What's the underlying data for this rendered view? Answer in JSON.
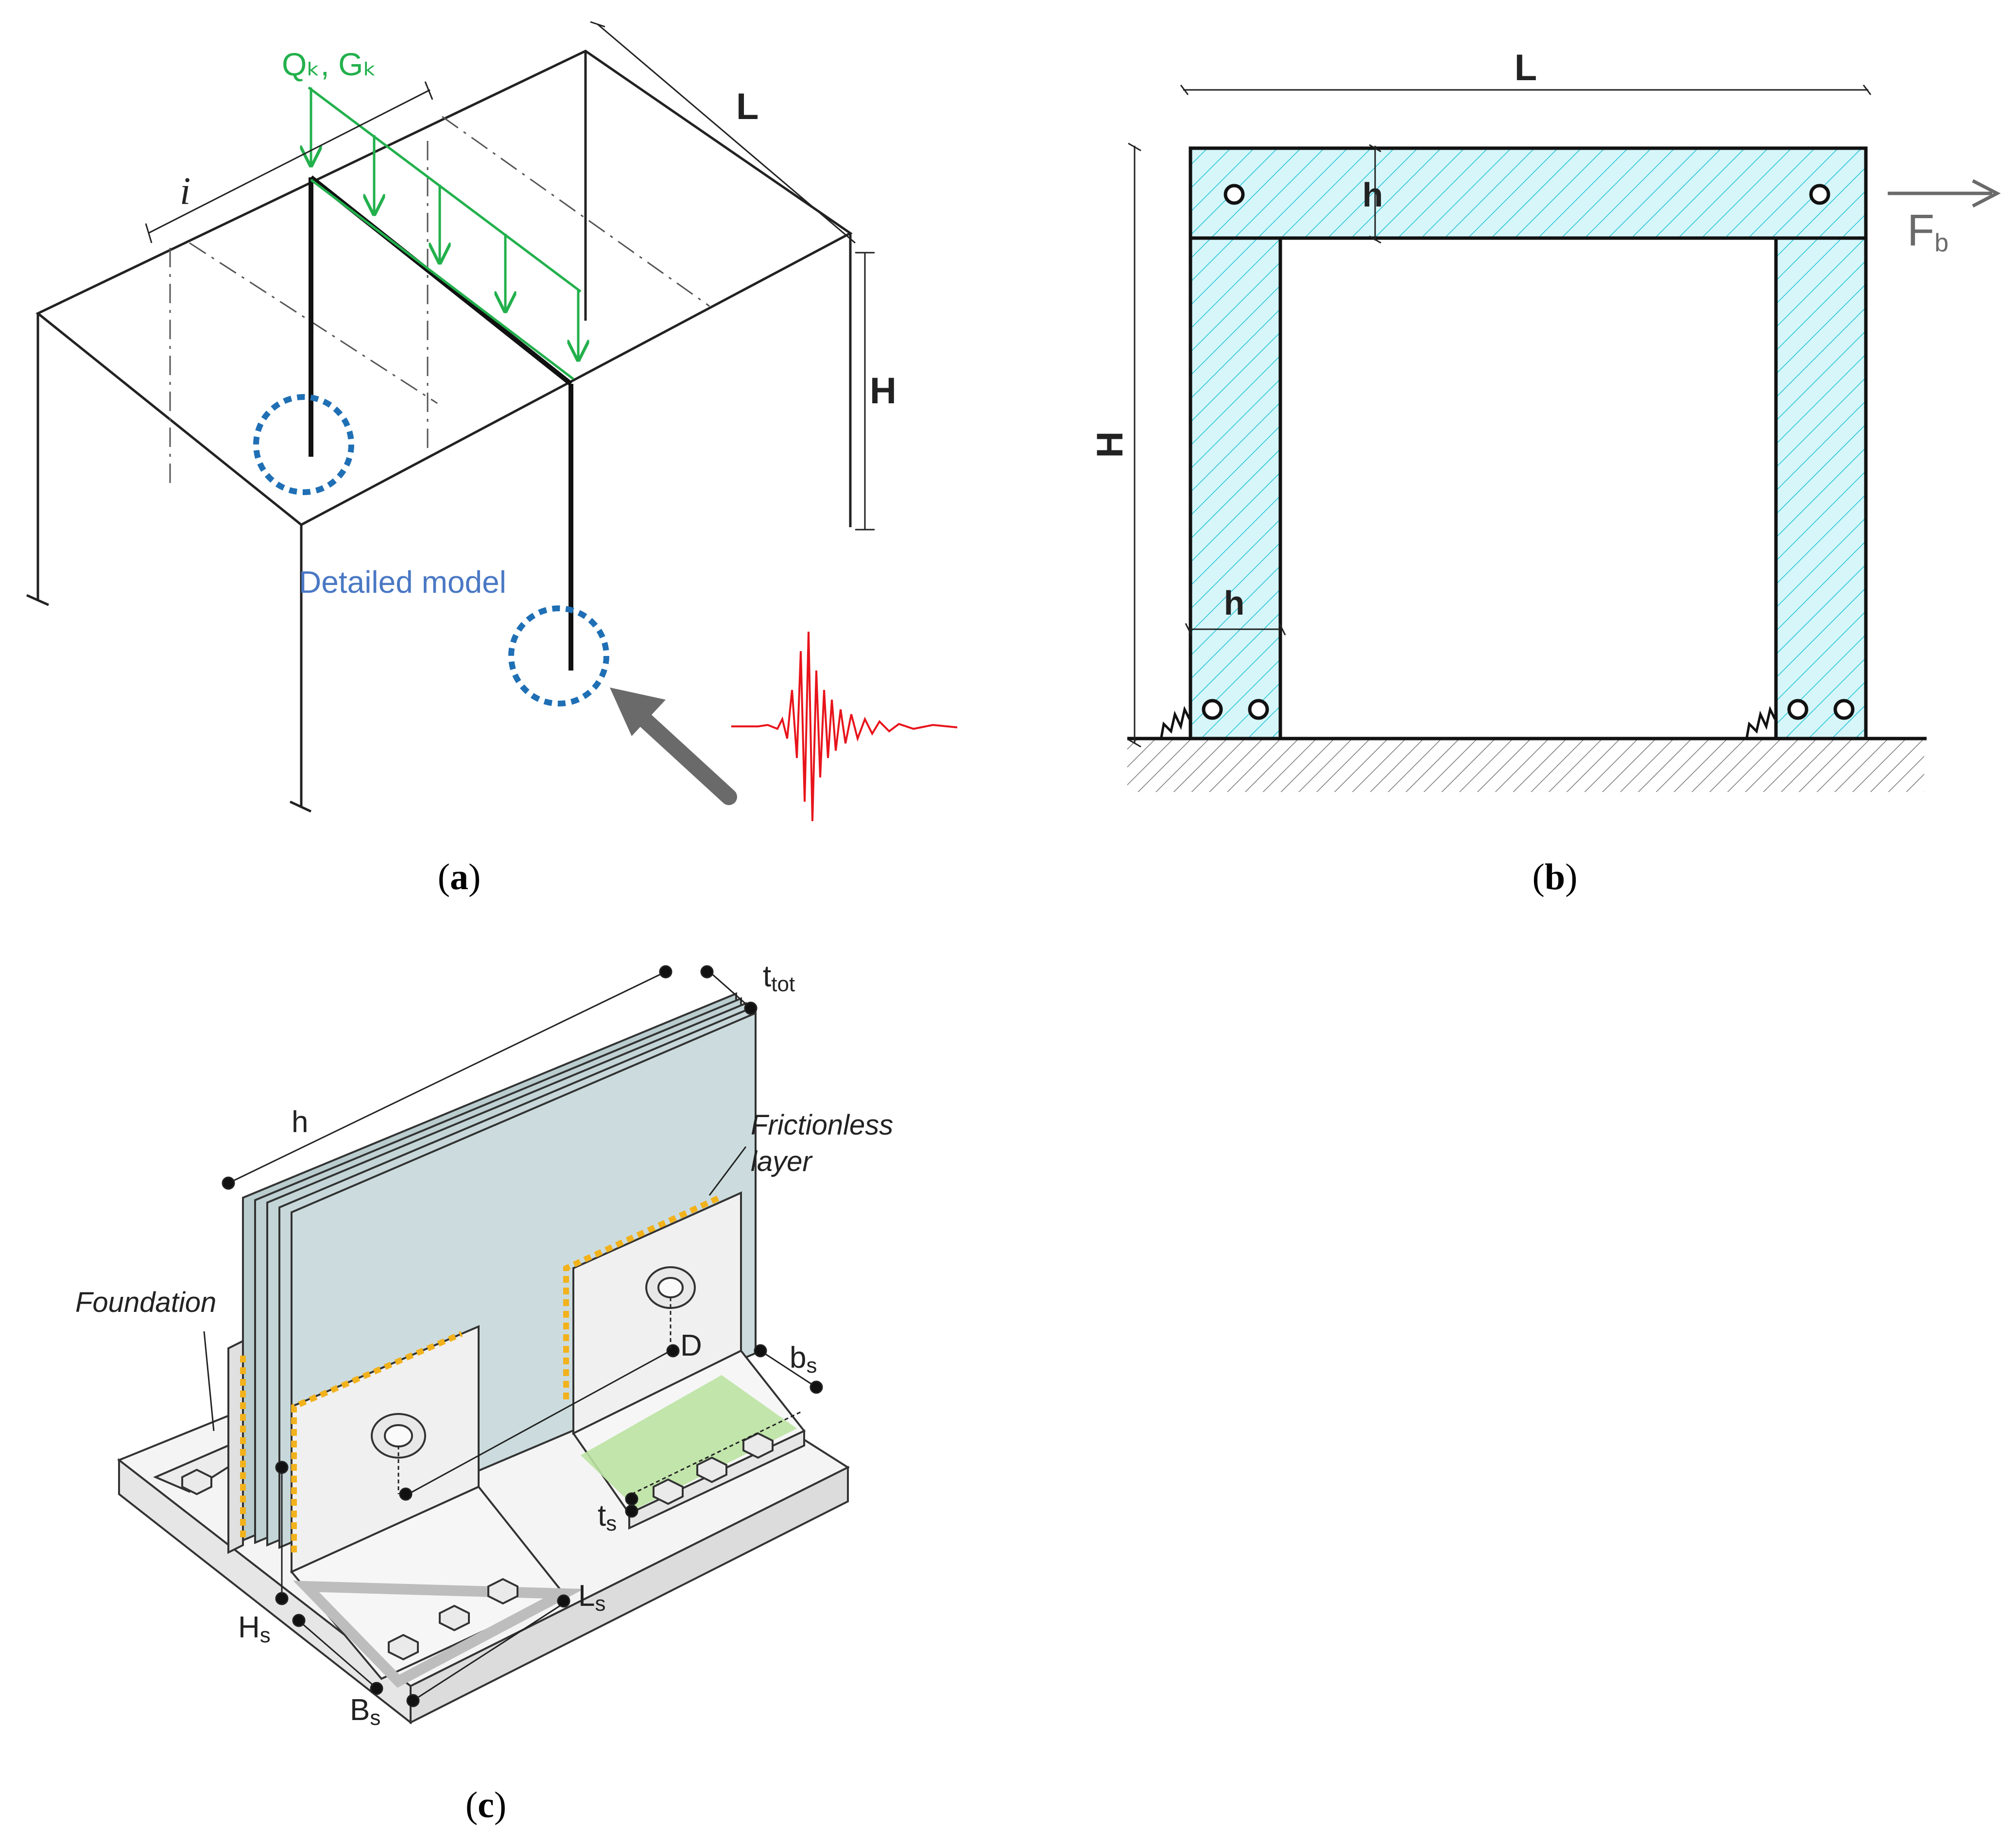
{
  "colors": {
    "load": "#22b04c",
    "callout": "#1f6fb5",
    "signal": "#e8141b",
    "arrow_gray": "#6a6a6a",
    "hatch_fill": "#d6f6fa",
    "hatch_line": "#1fc3d6",
    "glass": "#c8d8da",
    "frictionless": "#f2b21c",
    "shim_green": "#bde3a3"
  },
  "panel_a": {
    "caption": "a",
    "load_label": "Qₖ, Gₖ",
    "dim_i": "i",
    "dim_L": "L",
    "dim_H": "H",
    "detail_label": "Detailed model",
    "icons": [
      "uniform-load-arrows",
      "dotted-circle-callout",
      "seismic-accelerogram",
      "ground-motion-arrow"
    ]
  },
  "panel_b": {
    "caption": "b",
    "dim_L": "L",
    "dim_H": "H",
    "dim_h_beam": "h",
    "dim_h_column": "h",
    "force_label": "F",
    "force_sub": "b",
    "icons": [
      "spring-support",
      "fixed-ground-hatch",
      "bolt-hole"
    ]
  },
  "panel_c": {
    "caption": "c",
    "label_h": "h",
    "label_t": "t",
    "label_t_sub": "tot",
    "label_frictionless_1": "Frictionless",
    "label_frictionless_2": "layer",
    "label_foundation": "Foundation",
    "label_D": "D",
    "label_b": "b",
    "label_b_sub": "s",
    "label_t2": "t",
    "label_t2_sub": "s",
    "label_L": "L",
    "label_L_sub": "s",
    "label_H": "H",
    "label_H_sub": "s",
    "label_B": "B",
    "label_B_sub": "s"
  }
}
